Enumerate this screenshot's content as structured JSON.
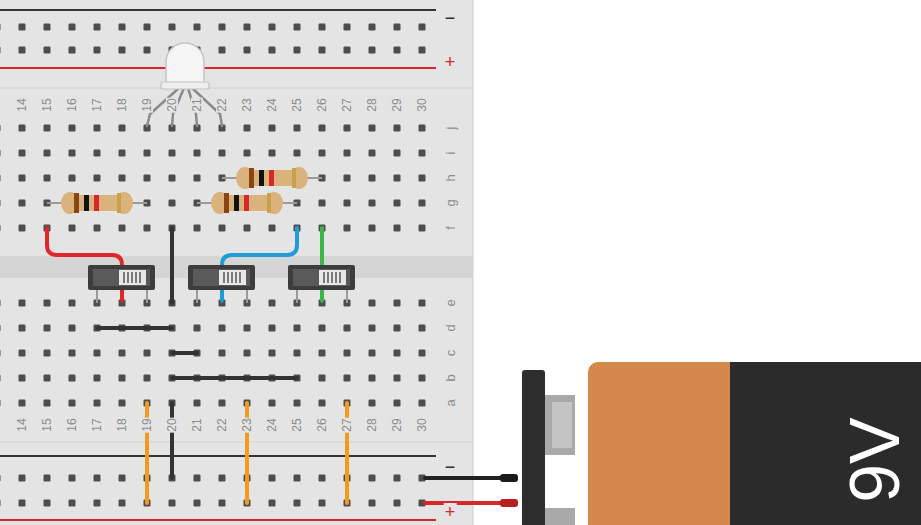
{
  "diagram": {
    "nodes": [
      {
        "text": [
          "9V"
        ]
      }
    ],
    "labels": [
      "−",
      "+",
      "14",
      "15",
      "16",
      "17",
      "18",
      "19",
      "20",
      "21",
      "22",
      "23",
      "24",
      "25",
      "26",
      "27",
      "28",
      "29",
      "30",
      "j",
      "i",
      "h",
      "g",
      "f",
      "e",
      "d",
      "c",
      "b",
      "a",
      "14",
      "15",
      "16",
      "17",
      "18",
      "19",
      "20",
      "21",
      "22",
      "23",
      "24",
      "25",
      "26",
      "27",
      "28",
      "29",
      "30",
      "−",
      "+"
    ]
  }
}
